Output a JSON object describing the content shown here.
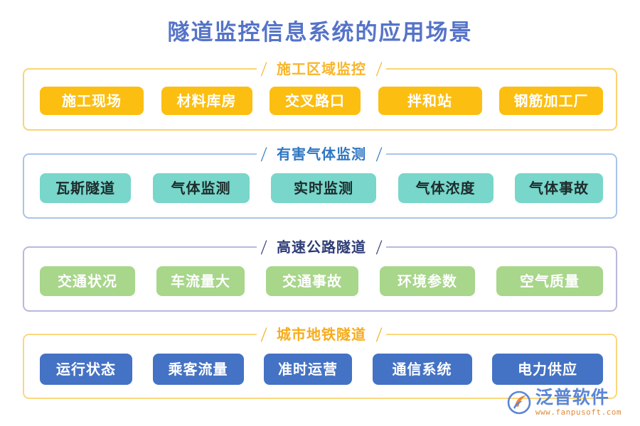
{
  "page": {
    "title": "隧道监控信息系统的应用场景",
    "title_color": "#5573c8",
    "background": "#ffffff"
  },
  "sections": [
    {
      "title": "施工区域监控",
      "title_color": "#f9b52a",
      "border_color": "#fbd373",
      "pill_color": "#fcbe10",
      "pill_text_color": "#ffffff",
      "items": [
        "施工现场",
        "材料库房",
        "交叉路口",
        "拌和站",
        "钢筋加工厂"
      ]
    },
    {
      "title": "有害气体监测",
      "title_color": "#2f77c2",
      "border_color": "#aac4e8",
      "pill_color": "#78d6cb",
      "pill_text_color": "#1d2b2b",
      "items": [
        "瓦斯隧道",
        "气体监测",
        "实时监测",
        "气体浓度",
        "气体事故"
      ]
    },
    {
      "title": "高速公路隧道",
      "title_color": "#2d3c75",
      "border_color": "#b6b9dd",
      "pill_color": "#a8d68b",
      "pill_text_color": "#ffffff",
      "items": [
        "交通状况",
        "车流量大",
        "交通事故",
        "环境参数",
        "空气质量"
      ]
    },
    {
      "title": "城市地铁隧道",
      "title_color": "#f7ac1c",
      "border_color": "#fbd87e",
      "pill_color": "#4472c4",
      "pill_text_color": "#ffffff",
      "items": [
        "运行状态",
        "乘客流量",
        "准时运营",
        "通信系统",
        "电力供应"
      ]
    }
  ],
  "decor": {
    "slash_left": "/",
    "slash_right": "/"
  },
  "watermark": {
    "name": "泛普软件",
    "url": "www.fanpusoft.com",
    "name_color": "#5b86d6",
    "url_color": "#e08a3c"
  }
}
